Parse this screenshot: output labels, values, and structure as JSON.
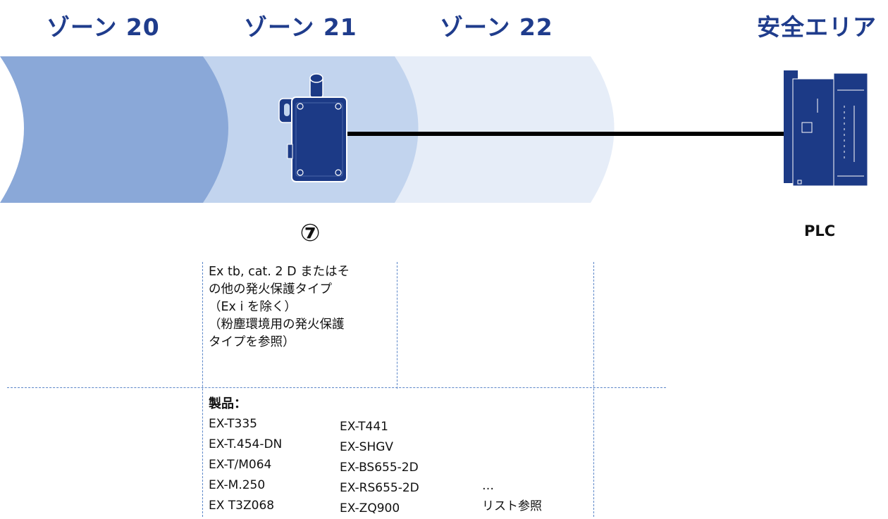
{
  "zones": [
    {
      "label": "ゾーン 20"
    },
    {
      "label": "ゾーン 21"
    },
    {
      "label": "ゾーン 22"
    },
    {
      "label": "安全エリア"
    }
  ],
  "colors": {
    "zone20": "#8aa8d8",
    "zone21": "#c2d4ee",
    "zone22": "#e6edf8",
    "title": "#1f3c8c",
    "device": "#1c3a86",
    "dash": "#5b86c8"
  },
  "device": {
    "marker": "⑦",
    "icon": "position-switch-icon"
  },
  "plc": {
    "label": "PLC",
    "icon": "plc-icon"
  },
  "description": {
    "lines": [
      "Ex tb, cat. 2 D またはそ",
      "の他の発火保護タイプ",
      "（Ex i を除く）",
      "（粉塵環境用の発火保護",
      "タイプを参照）"
    ]
  },
  "products": {
    "title": "製品：",
    "col1": [
      "EX-T335",
      "EX-T.454-DN",
      "EX-T/M064",
      "EX-M.250",
      "EX T3Z068"
    ],
    "col2": [
      "EX-T441",
      "EX-SHGV",
      "EX-BS655-2D",
      "EX-RS655-2D",
      "EX-ZQ900"
    ],
    "col3": [
      "…",
      "リスト参照"
    ]
  }
}
